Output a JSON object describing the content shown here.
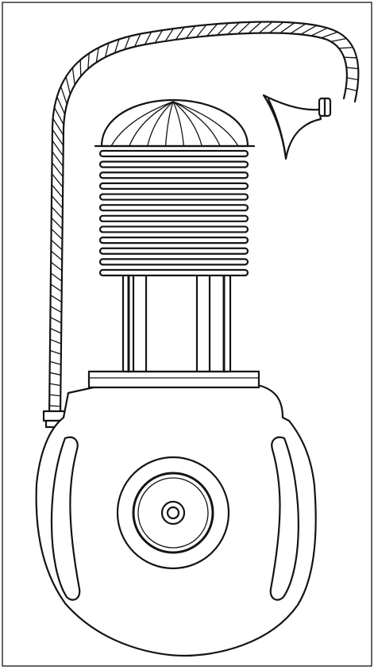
{
  "figure": {
    "parts": [
      "frame-border",
      "crankcase-body",
      "left-cooling-slot",
      "right-cooling-slot",
      "flywheel-outer-ring",
      "flywheel-inner-ring",
      "crank-hub",
      "cylinder-base-flange",
      "cylinder-barrel",
      "cooling-fins",
      "cylinder-dome-cap",
      "flexible-hose",
      "hose-fitting",
      "exhaust-horn"
    ],
    "fin_count": 12,
    "dome_rib_count": 8,
    "ink_color": "#141414",
    "paper_color": "#ffffff"
  }
}
